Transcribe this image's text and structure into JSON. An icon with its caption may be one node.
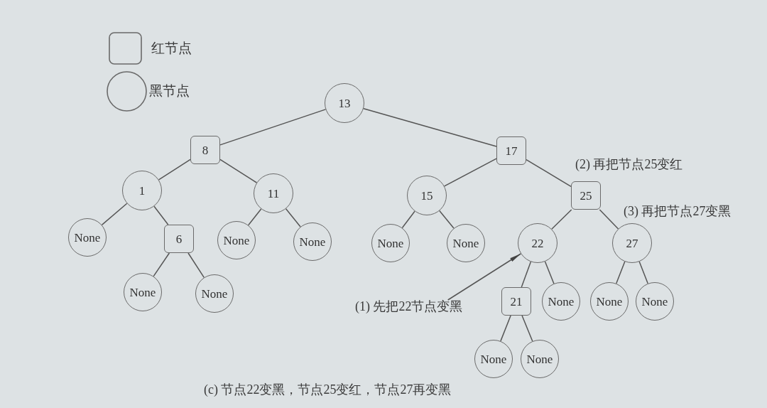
{
  "diagram": {
    "caption": "(c) 节点22变黑，节点25变红，节点27再变黑",
    "nodes": [
      {
        "text": [
          "13"
        ]
      },
      {
        "text": [
          "8"
        ]
      },
      {
        "text": [
          "17"
        ]
      },
      {
        "text": [
          "1"
        ]
      },
      {
        "text": [
          "11"
        ]
      },
      {
        "text": [
          "15"
        ]
      },
      {
        "text": [
          "25"
        ]
      },
      {
        "text": [
          "None"
        ]
      },
      {
        "text": [
          "6"
        ]
      },
      {
        "text": [
          "None"
        ]
      },
      {
        "text": [
          "None"
        ]
      },
      {
        "text": [
          "None"
        ]
      },
      {
        "text": [
          "None"
        ]
      },
      {
        "text": [
          "22"
        ]
      },
      {
        "text": [
          "27"
        ]
      },
      {
        "text": [
          "None"
        ]
      },
      {
        "text": [
          "None"
        ]
      },
      {
        "text": [
          "21"
        ]
      },
      {
        "text": [
          "None"
        ]
      },
      {
        "text": [
          "None"
        ]
      },
      {
        "text": [
          "None"
        ]
      },
      {
        "text": [
          "None"
        ]
      },
      {
        "text": [
          "None"
        ]
      },
      {
        "text": [
          "(1) 先把22节点变黑"
        ]
      }
    ],
    "edges": [
      {
        "from": 0,
        "to": 1,
        "arrow": "none"
      },
      {
        "from": 0,
        "to": 2,
        "arrow": "none"
      },
      {
        "from": 1,
        "to": 3,
        "arrow": "none"
      },
      {
        "from": 1,
        "to": 4,
        "arrow": "none"
      },
      {
        "from": 2,
        "to": 5,
        "arrow": "none"
      },
      {
        "from": 2,
        "to": 6,
        "arrow": "none"
      },
      {
        "from": 3,
        "to": 7,
        "arrow": "none"
      },
      {
        "from": 3,
        "to": 8,
        "arrow": "none"
      },
      {
        "from": 4,
        "to": 9,
        "arrow": "none"
      },
      {
        "from": 4,
        "to": 10,
        "arrow": "none"
      },
      {
        "from": 5,
        "to": 11,
        "arrow": "none"
      },
      {
        "from": 5,
        "to": 12,
        "arrow": "none"
      },
      {
        "from": 6,
        "to": 13,
        "arrow": "none"
      },
      {
        "from": 6,
        "to": 14,
        "arrow": "none"
      },
      {
        "from": 8,
        "to": 15,
        "arrow": "none"
      },
      {
        "from": 8,
        "to": 16,
        "arrow": "none"
      },
      {
        "from": 13,
        "to": 17,
        "arrow": "none"
      },
      {
        "from": 13,
        "to": 18,
        "arrow": "none"
      },
      {
        "from": 14,
        "to": 19,
        "arrow": "none"
      },
      {
        "from": 14,
        "to": 20,
        "arrow": "none"
      },
      {
        "from": 17,
        "to": 21,
        "arrow": "none"
      },
      {
        "from": 17,
        "to": 22,
        "arrow": "none"
      },
      {
        "from": 23,
        "to": 13,
        "arrow": "to"
      }
    ],
    "labels": [
      "(2) 再把节点25变红",
      "(3) 再把节点27变黑"
    ],
    "legend": [
      {
        "text": "红节点"
      },
      {
        "text": "黑节点"
      }
    ]
  }
}
